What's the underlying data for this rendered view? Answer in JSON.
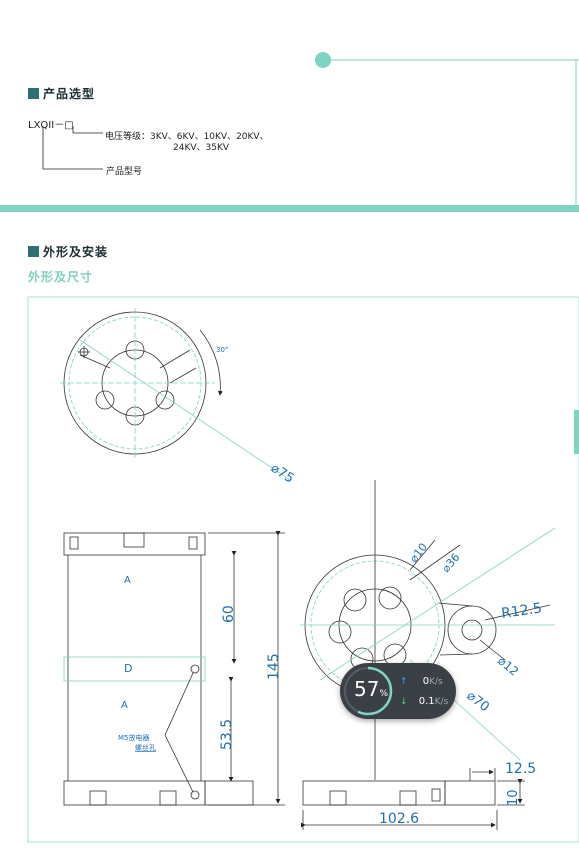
{
  "sections": {
    "selection_title": "产品选型",
    "install_title": "外形及安装",
    "dimension_subtitle": "外形及尺寸"
  },
  "model": {
    "code": "LXQII－□",
    "voltage_label": "电压等级：3KV、6KV、10KV、20KV、",
    "voltage_label_line2": "24KV、35KV",
    "type_label": "产品型号"
  },
  "drawing": {
    "angle": "30°",
    "d75": "⌀75",
    "d10": "⌀10",
    "d36": "⌀36",
    "r125": "R12.5",
    "d12": "⌀12",
    "d70": "⌀70",
    "dim60": "60",
    "dim145": "145",
    "dim535": "53.5",
    "dim1026": "102.6",
    "dim125": "12.5",
    "dim10": "10",
    "label_a1": "A",
    "label_a2": "A",
    "label_d": "D",
    "note_line1": "M5放电器",
    "note_line2": "螺丝孔"
  },
  "widget": {
    "percent": "57",
    "percent_unit": "%",
    "up_value": "0",
    "up_unit": "K/s",
    "down_value": "0.1",
    "down_unit": "K/s",
    "progress_fraction": 0.57
  },
  "colors": {
    "accent": "#7fd3c3",
    "dim_blue": "#1f6fb0",
    "dark": "#2f6e73"
  }
}
